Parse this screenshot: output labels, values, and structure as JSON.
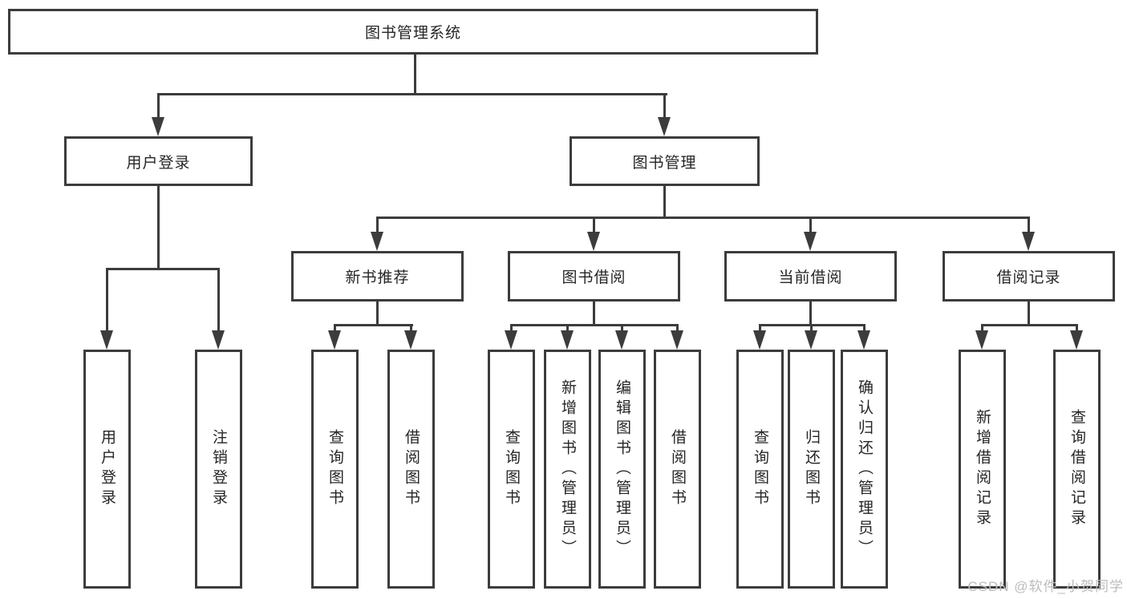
{
  "diagram": {
    "title_node": {
      "label": "图书管理系统"
    },
    "level2": [
      {
        "label": "用户登录"
      },
      {
        "label": "图书管理"
      }
    ],
    "level3": [
      {
        "label": "新书推荐"
      },
      {
        "label": "图书借阅"
      },
      {
        "label": "当前借阅"
      },
      {
        "label": "借阅记录"
      }
    ],
    "leaves": [
      {
        "label": "用户登录"
      },
      {
        "label": "注销登录"
      },
      {
        "label": "查询图书"
      },
      {
        "label": "借阅图书"
      },
      {
        "label": "查询图书"
      },
      {
        "label": "新增图书（管理员）"
      },
      {
        "label": "编辑图书（管理员）"
      },
      {
        "label": "借阅图书"
      },
      {
        "label": "查询图书"
      },
      {
        "label": "归还图书"
      },
      {
        "label": "确认归还（管理员）"
      },
      {
        "label": "新增借阅记录"
      },
      {
        "label": "查询借阅记录"
      }
    ]
  },
  "watermark": {
    "text": "CSDN @软件_小贺同学"
  },
  "colors": {
    "line": "#3c3c3c",
    "border": "#3c3c3c",
    "text": "#262626",
    "watermark": "#bcbcbc",
    "background": "#ffffff"
  }
}
